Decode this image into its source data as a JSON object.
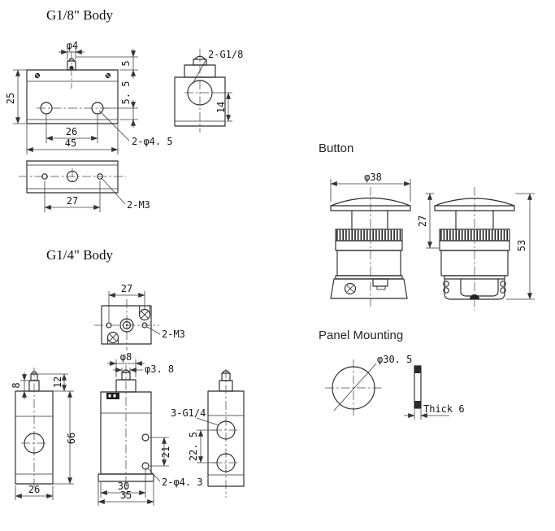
{
  "drawing": {
    "background": "#ffffff",
    "line_color": "#2b2b2b",
    "g18": {
      "title": "G1/8\" Body",
      "front": {
        "phi4": "φ4",
        "h5": "5",
        "w25": "25",
        "h55": "5. 5",
        "w26": "26",
        "w45": "45",
        "holes_label": "2-φ4. 5"
      },
      "bottom": {
        "w27": "27",
        "tap_label": "2-M3"
      },
      "side": {
        "ports_label": "2-G1/8",
        "h14": "14"
      }
    },
    "g14": {
      "title": "G1/4\" Body",
      "top": {
        "w27": "27",
        "tap_label": "2-M3"
      },
      "left": {
        "h8": "8",
        "h12": "12",
        "h66": "66",
        "w26": "26"
      },
      "front": {
        "phi8": "φ8",
        "phi38": "φ3. 8",
        "h21": "21",
        "holes_label": "2-φ4. 3",
        "w30": "30",
        "w35": "35"
      },
      "right": {
        "h225": "22. 5",
        "ports_label": "3-G1/4"
      }
    },
    "button": {
      "title": "Button",
      "phi38": "φ38",
      "h27": "27",
      "h53": "53"
    },
    "panel": {
      "title": "Panel Mounting",
      "phi305": "φ30. 5",
      "thick_label": "Thick 6"
    }
  }
}
